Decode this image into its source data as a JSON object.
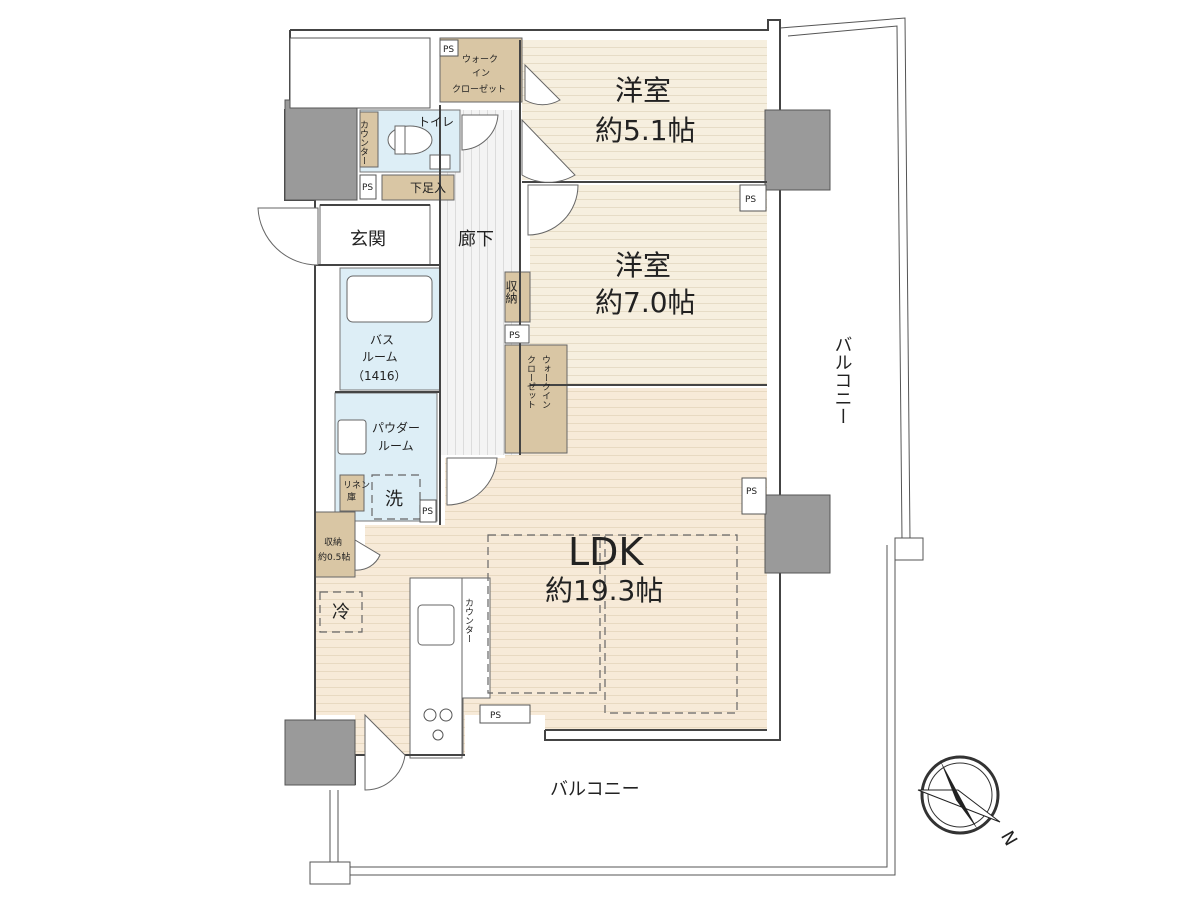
{
  "rooms": {
    "western_room_1": {
      "name": "洋室",
      "size": "約5.1帖"
    },
    "western_room_2": {
      "name": "洋室",
      "size": "約7.0帖"
    },
    "ldk": {
      "name": "LDK",
      "size": "約19.3帖"
    },
    "entrance": "玄関",
    "hallway": "廊下",
    "toilet": "トイレ",
    "counter_toilet": "カウンター",
    "shoe_storage": "下足入",
    "storage_hall": "収納",
    "bathroom": {
      "line1": "バス",
      "line2": "ルーム",
      "line3": "（1416）"
    },
    "powder_room": {
      "line1": "パウダー",
      "line2": "ルーム"
    },
    "washer": "洗",
    "linen": {
      "line1": "リネン",
      "line2": "庫"
    },
    "storage_ldk": {
      "line1": "収納",
      "line2": "約0.5帖"
    },
    "fridge": "冷",
    "kitchen_counter": "カウンター",
    "wic_top": {
      "line1": "ウォーク",
      "line2": "イン",
      "line3": "クローゼット"
    },
    "wic_mid": {
      "line1": "ウォークイン",
      "line2": "クローゼット"
    }
  },
  "labels": {
    "balcony_right": "バルコニー",
    "balcony_bottom": "バルコニー",
    "ps": "PS",
    "north": "N"
  },
  "icons": {
    "compass": "north-arrow-icon"
  },
  "colors": {
    "wood_floor": "#f6efdf",
    "ldk_floor": "#f7ead8",
    "wall": "#9a9a9a",
    "closet": "#d9c6a4",
    "wet_area": "#ddeef6"
  }
}
